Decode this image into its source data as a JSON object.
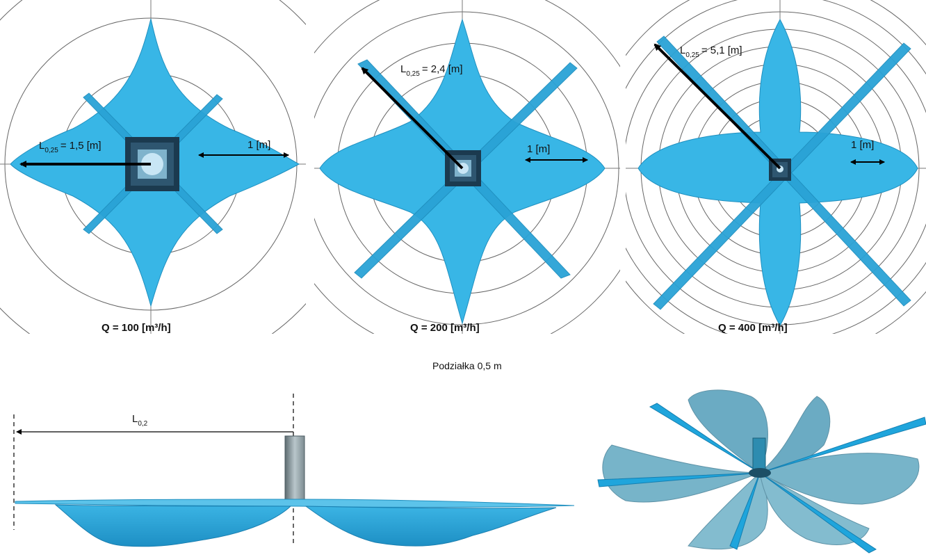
{
  "panels": [
    {
      "id": "q100",
      "flow_label": "Q = 100 [m³/h]",
      "radius_sub": "0,25",
      "radius_value": "= 1,5 [m]",
      "scale_label": "1 [m]"
    },
    {
      "id": "q200",
      "flow_label": "Q = 200 [m³/h]",
      "radius_sub": "0,25",
      "radius_value": "= 2,4 [m]",
      "scale_label": "1 [m]"
    },
    {
      "id": "q400",
      "flow_label": "Q = 400 [m³/h]",
      "radius_sub": "0,25",
      "radius_value": "= 5,1 [m]",
      "scale_label": "1 [m]"
    }
  ],
  "scale_caption": "Podziałka 0,5 m",
  "side_view": {
    "length_sub": "0,2"
  },
  "symbol": "L"
}
